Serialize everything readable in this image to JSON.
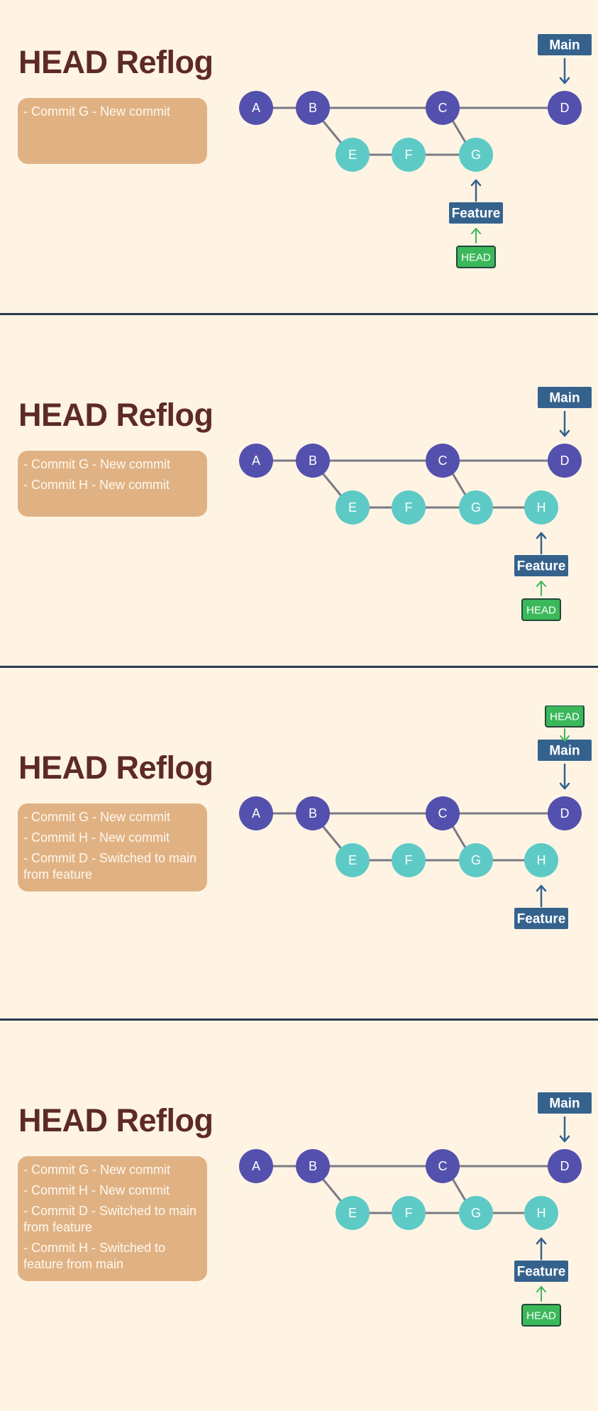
{
  "title": "HEAD Reflog",
  "colors": {
    "background": "#fff4e4",
    "divider": "#2c3a4f",
    "title": "#5e2a26",
    "log_box": "#e0b283",
    "log_text": "#fff8ef",
    "main_commit": "#5450ad",
    "feature_commit": "#5ecac6",
    "edge": "#7a7a84",
    "branch_label": "#35628d",
    "head_label": "#3bb85a",
    "head_label_border": "#23473a"
  },
  "commits": {
    "main": [
      "A",
      "B",
      "C",
      "D"
    ],
    "feature": [
      "E",
      "F",
      "G",
      "H"
    ]
  },
  "labels": {
    "main": "Main",
    "feature": "Feature",
    "head": "HEAD"
  },
  "panels": [
    {
      "feature_commits": [
        "E",
        "F",
        "G"
      ],
      "feature_tip": "G",
      "head_on": "feature",
      "log": [
        "- Commit G - New commit"
      ]
    },
    {
      "feature_commits": [
        "E",
        "F",
        "G",
        "H"
      ],
      "feature_tip": "H",
      "head_on": "feature",
      "log": [
        "- Commit G - New commit",
        "- Commit H - New commit"
      ]
    },
    {
      "feature_commits": [
        "E",
        "F",
        "G",
        "H"
      ],
      "feature_tip": "H",
      "head_on": "main",
      "log": [
        "- Commit G - New commit",
        "- Commit H - New commit",
        "- Commit D - Switched to main from feature"
      ]
    },
    {
      "feature_commits": [
        "E",
        "F",
        "G",
        "H"
      ],
      "feature_tip": "H",
      "head_on": "feature",
      "log": [
        "- Commit G - New commit",
        "- Commit H - New commit",
        "- Commit D - Switched to main from feature",
        "- Commit H - Switched to feature from main"
      ]
    }
  ]
}
